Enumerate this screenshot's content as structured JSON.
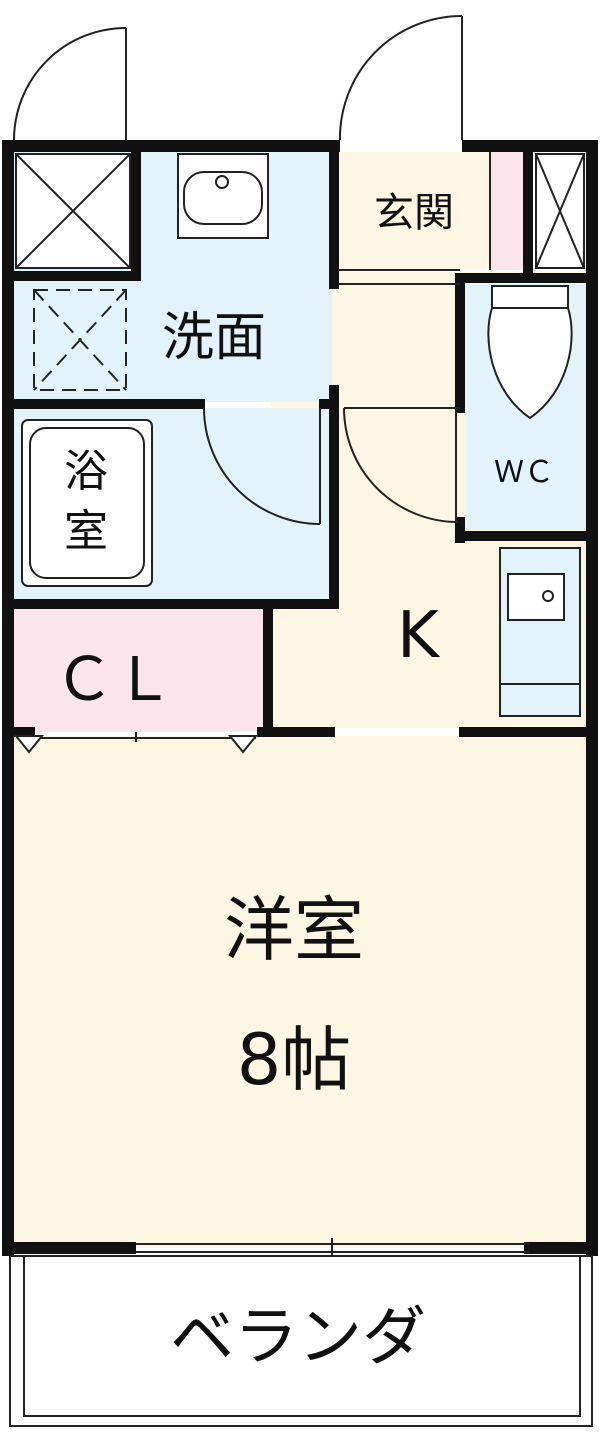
{
  "rooms": {
    "genkan": "玄関",
    "senmen": "洗面",
    "yokushitsu_1": "浴",
    "yokushitsu_2": "室",
    "wc": "ＷＣ",
    "kitchen": "K",
    "closet": "ＣＬ",
    "youshitsu": "洋室",
    "youshitsu_size": "8帖",
    "veranda": "ベランダ"
  },
  "colors": {
    "wall": "#111111",
    "wet_area": "#e2f3fb",
    "living_floor": "#fdf6e2",
    "closet_and_shoebox": "#fbe4ec",
    "line": "#222222"
  }
}
